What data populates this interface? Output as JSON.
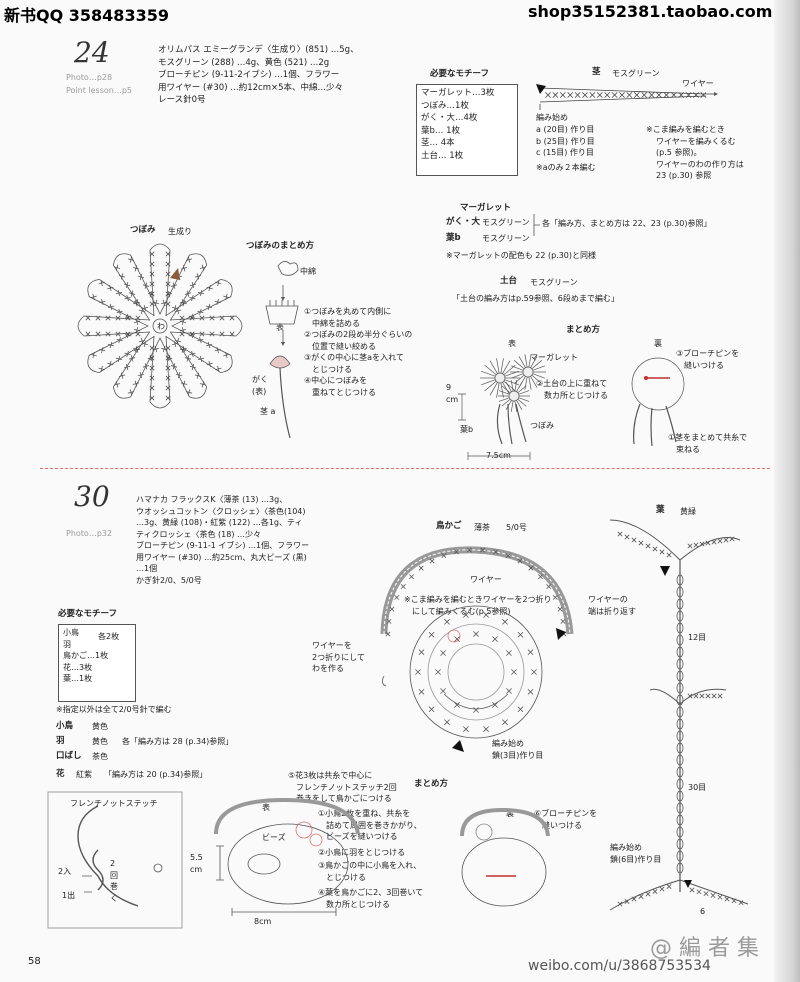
{
  "header": {
    "left": "新书QQ 358483359",
    "right": "shop35152381.taobao.com"
  },
  "p24": {
    "number": "24",
    "photo": "Photo…p28",
    "point": "Point lesson…p5",
    "materials": [
      "オリムパス エミーグランデ〈生成り〉(851) …5g、",
      "モスグリーン (288) …4g、黄色 (521) …2g",
      "ブローチピン (9-11-2イブシ) …1個、フラワー",
      "用ワイヤー (#30) …約12cm×5本、中綿…少々",
      "レース針0号"
    ],
    "motif_title": "必要なモチーフ",
    "motifs": [
      "マーガレット…3枚",
      "つぼみ…1枚",
      "がく・大…4枚",
      "葉b… 1枚",
      "茎… 4本",
      "土台… 1枚"
    ],
    "stem_title": "茎",
    "stem_color": "モスグリーン",
    "wire": "ワイヤー",
    "stem_start": "編み始め",
    "stem_rows": [
      "a (20目) 作り目",
      "b (25目) 作り目",
      "c (15目) 作り目"
    ],
    "stem_note_a": "※aのみ２本編む",
    "stem_note": [
      "※こま編みを編むとき",
      "ワイヤーを編みくるむ",
      "(p.5 参照)。",
      "ワイヤーのわの作り方は",
      "23 (p.30) 参照"
    ],
    "marg_label": "マーガレット",
    "gaku_label": "がく・大",
    "gaku_color": "モスグリーン",
    "leafb_label": "葉b",
    "leafb_color": "モスグリーン",
    "gaku_ref": "各「編み方、まとめ方は 22、23 (p.30)参照」",
    "marg_note": "※マーガレットの配色も 22 (p.30)と同様",
    "base_title": "土台",
    "base_color": "モスグリーン",
    "base_ref": "「土台の編み方はp.59参照、6段めまで編む」",
    "bud_title": "つぼみ",
    "bud_color": "生成り",
    "bud_center": "わ",
    "bud_make_title": "つぼみのまとめ方",
    "cotton": "中綿",
    "face": "表",
    "gaku": "がく (表)",
    "stem_a": "茎 a",
    "bud_steps": [
      "①つぼみを丸めて内側に",
      "中綿を詰める",
      "②つぼみの2段め半分ぐらいの",
      "位置で縫い絞める",
      "③がくの中心に茎aを入れて",
      "とじつける",
      "④中心につぼみを",
      "重ねてとじつける"
    ],
    "assembly_title": "まとめ方",
    "asm_face": "表",
    "asm_back": "裏",
    "asm_marg": "マーガレット",
    "asm_step2": [
      "②土台の上に重ねて",
      "数カ所とじつける"
    ],
    "asm_bud": "つぼみ",
    "asm_leaf": "葉b",
    "asm_h": "9 cm",
    "asm_w": "7.5cm",
    "asm_step3": [
      "③ブローチピンを",
      "縫いつける"
    ],
    "asm_step1": [
      "①茎をまとめて共糸で",
      "束ねる"
    ]
  },
  "p30": {
    "number": "30",
    "photo": "Photo…p32",
    "materials": [
      "ハマナカ フラックスK〈薄茶 (13) …3g、",
      "ウオッシュコットン〈クロッシェ〉〈茶色(104)",
      "…3g、黄緑 (108)・紅紫 (122) …各1g、ティ",
      "ティクロッシェ〈茶色 (18) …少々",
      "ブローチピン (9-11-1 イブシ) …1個、フラワー",
      "用ワイヤー (#30) …約25cm、丸大ビーズ (黒)",
      "…1個",
      "かぎ針2/0、5/0号"
    ],
    "motif_title": "必要なモチーフ",
    "motifs": [
      "小鳥",
      "羽",
      "鳥かご…1枚",
      "花…3枚",
      "葉…1枚"
    ],
    "motif_each": "各2枚",
    "hook_note": "※指定以外は全て2/0号針で編む",
    "bird": "小鳥",
    "bird_c": "黄色",
    "wing": "羽",
    "wing_c": "黄色",
    "beak": "口ばし",
    "beak_c": "茶色",
    "bird_ref": "各「編み方は 28 (p.34)参照」",
    "flower": "花",
    "flower_c": "紅紫",
    "flower_ref": "「編み方は 20 (p.34)参照」",
    "cage_title": "鳥かご",
    "cage_color": "薄茶",
    "cage_hook": "5/0号",
    "cage_wire": "ワイヤー",
    "cage_note": [
      "※こま編みを編むときワイヤーを2つ折り",
      "にして編みくるむ(p.5参照)"
    ],
    "cage_wire_end": [
      "ワイヤーの",
      "端は折り返す"
    ],
    "cage_wire_fold": [
      "ワイヤーを",
      "2つ折りにして",
      "わを作る"
    ],
    "cage_start": [
      "編み始め",
      "鎖(3目)作り目"
    ],
    "leaf_title": "葉",
    "leaf_color": "黄緑",
    "leaf_12": "12目",
    "leaf_30": "30目",
    "leaf_start": [
      "編み始め",
      "鎖(6目)作り目"
    ],
    "leaf_6": "6",
    "french_title": "フレンチノットステッチ",
    "french_2in": "2入",
    "french_1out": "1出",
    "french_wrap": [
      "2",
      "回",
      "巻",
      "く"
    ],
    "asm_title": "まとめ方",
    "asm_face": "表",
    "asm_back": "裏",
    "asm_step5": [
      "⑤花3枚は共糸で中心に",
      "フレンチノットステッチ2回",
      "巻きをして鳥かごにつける"
    ],
    "asm_beads": "ビーズ",
    "asm_h": "5.5 cm",
    "asm_w": "8cm",
    "asm_steps": [
      "①小鳥2枚を重ね、共糸を",
      "詰めて周囲を巻きかがり、",
      "ビーズを縫いつける",
      "②小鳥に羽をとじつける",
      "③鳥かごの中に小鳥を入れ、",
      "とじつける",
      "④葉を鳥かごに2、3回巻いて",
      "数カ所とじつける"
    ],
    "asm_step6": [
      "⑥ブローチピンを",
      "縫いつける"
    ]
  },
  "footer": {
    "page": "58",
    "weibo": "weibo.com/u/3868753534",
    "mark": "@ 編 者 集"
  }
}
